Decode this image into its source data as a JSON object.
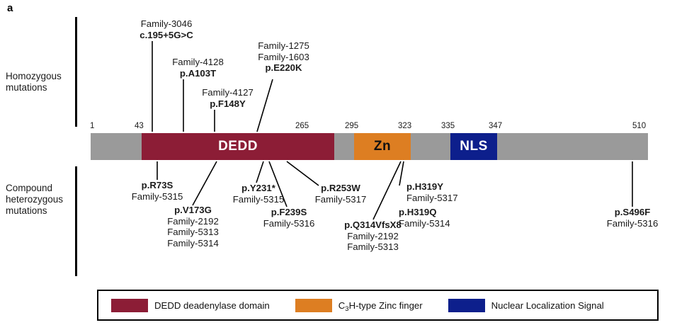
{
  "panel": {
    "letter": "a"
  },
  "categories": [
    {
      "name": "homozygous",
      "label": "Homozygous\nmutations"
    },
    {
      "name": "compound-heterozygous",
      "label": "Compound\nheterozygous\nmutations"
    }
  ],
  "protein": {
    "start": 1,
    "end": 510,
    "positions": [
      "1",
      "43",
      "265",
      "295",
      "323",
      "335",
      "347",
      "510"
    ],
    "segments": [
      {
        "name": "n-terminal",
        "label": "",
        "start": 1,
        "end": 43,
        "color": "#9a9a9a",
        "text_color": "#ffffff"
      },
      {
        "name": "dedd",
        "label": "DEDD",
        "start": 43,
        "end": 265,
        "color": "#8c1d36",
        "text_color": "#ffffff"
      },
      {
        "name": "linker-1",
        "label": "",
        "start": 265,
        "end": 295,
        "color": "#9a9a9a",
        "text_color": "#ffffff"
      },
      {
        "name": "zn",
        "label": "Zn",
        "start": 295,
        "end": 323,
        "color": "#dd7e22",
        "text_color": "#111111"
      },
      {
        "name": "linker-2",
        "label": "",
        "start": 323,
        "end": 335,
        "color": "#9a9a9a",
        "text_color": "#ffffff"
      },
      {
        "name": "nls",
        "label": "NLS",
        "start": 335,
        "end": 347,
        "color": "#0d1f8c",
        "text_color": "#ffffff"
      },
      {
        "name": "c-terminal",
        "label": "",
        "start": 347,
        "end": 510,
        "color": "#9a9a9a",
        "text_color": "#ffffff"
      }
    ]
  },
  "homozygous_mutations": [
    {
      "name": "c195-5g-c",
      "mutation": "c.195+5G>C",
      "families": [
        "Family-3046"
      ]
    },
    {
      "name": "a103t",
      "mutation": "p.A103T",
      "families": [
        "Family-4128"
      ]
    },
    {
      "name": "f148y",
      "mutation": "p.F148Y",
      "families": [
        "Family-4127"
      ]
    },
    {
      "name": "e220k",
      "mutation": "p.E220K",
      "families": [
        "Family-1275",
        "Family-1603"
      ]
    }
  ],
  "compound_heterozygous_mutations": [
    {
      "name": "r73s",
      "mutation": "p.R73S",
      "families": [
        "Family-5315"
      ]
    },
    {
      "name": "v173g",
      "mutation": "p.V173G",
      "families": [
        "Family-2192",
        "Family-5313",
        "Family-5314"
      ]
    },
    {
      "name": "y231x",
      "mutation": "p.Y231*",
      "families": [
        "Family-5315"
      ]
    },
    {
      "name": "f239s",
      "mutation": "p.F239S",
      "families": [
        "Family-5316"
      ]
    },
    {
      "name": "r253w",
      "mutation": "p.R253W",
      "families": [
        "Family-5317"
      ]
    },
    {
      "name": "q314vfsx8",
      "mutation": "p.Q314VfsX8",
      "families": [
        "Family-2192",
        "Family-5313"
      ]
    },
    {
      "name": "h319y",
      "mutation": "p.H319Y",
      "families": [
        "Family-5317"
      ]
    },
    {
      "name": "h319q",
      "mutation": "p.H319Q",
      "families": [
        "Family-5314"
      ]
    },
    {
      "name": "s496f",
      "mutation": "p.S496F",
      "families": [
        "Family-5316"
      ]
    }
  ],
  "legend": [
    {
      "name": "dedd",
      "label": "DEDD deadenylase domain",
      "color": "#8c1d36",
      "sub": ""
    },
    {
      "name": "zinc-finger",
      "label_pre": "C",
      "sub": "3",
      "label_post": "H-type Zinc finger",
      "color": "#dd7e22"
    },
    {
      "name": "nls",
      "label": "Nuclear Localization Signal",
      "color": "#0d1f8c",
      "sub": ""
    }
  ]
}
